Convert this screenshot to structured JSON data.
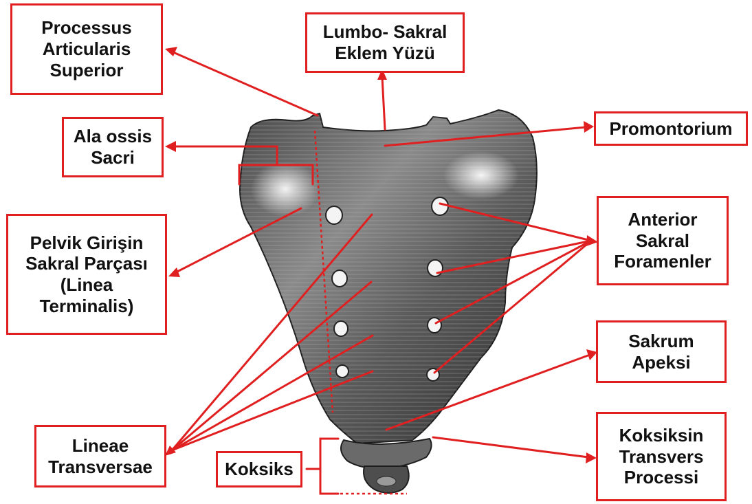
{
  "labels": {
    "processus_articularis_superior": "Processus\nArticularis\nSuperior",
    "lumbo_sakral_eklem_yuzu": "Lumbo-  Sakral\nEklem Yüzü",
    "ala_ossis_sacri": "Ala ossis\nSacri",
    "promontorium": "Promontorium",
    "pelvik_girisin_sakral_parcasi": "Pelvik Girişin\nSakral Parçası\n(Linea\nTerminalis)",
    "anterior_sakral_foramenler": "Anterior\nSakral\nForamenler",
    "sakrum_apeksi": "Sakrum\nApeksi",
    "lineae_transversae": "Lineae\nTransversae",
    "koksiks": "Koksiks",
    "koksiksin_transvers_processi": "Koksiksin\nTransvers\nProcessi"
  },
  "colors": {
    "annotation_red": "#e02020",
    "bone_dark": "#3a3a3a",
    "bone_mid": "#7a7a7a",
    "bone_light": "#d8d8d8",
    "background": "#ffffff",
    "text": "#111111"
  }
}
